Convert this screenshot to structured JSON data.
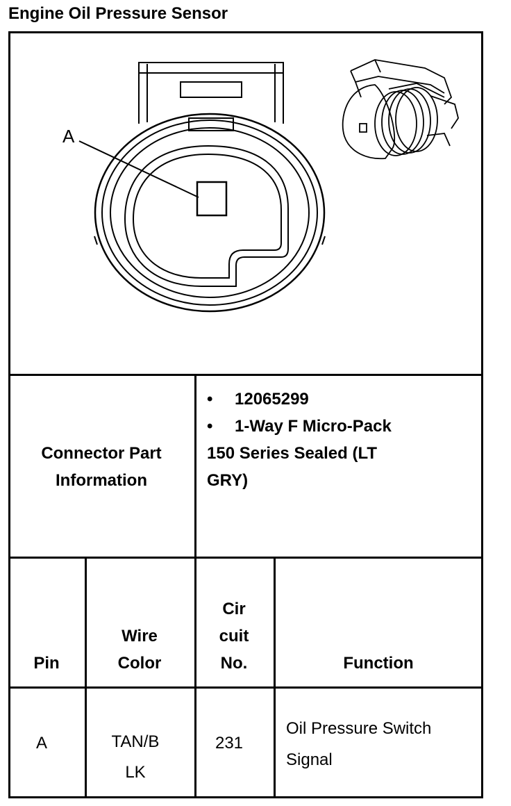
{
  "page": {
    "title": "Engine Oil Pressure Sensor"
  },
  "diagram": {
    "callout_label": "A"
  },
  "connector_info": {
    "label_line1": "Connector Part",
    "label_line2": "Information",
    "bullet_char": "•",
    "part_number": "12065299",
    "description_line1": "1-Way F Micro-Pack",
    "description_line2": "150 Series Sealed (LT",
    "description_line3": "GRY)"
  },
  "pin_table": {
    "headers": {
      "pin": "Pin",
      "wire_color_line1": "Wire",
      "wire_color_line2": "Color",
      "circuit_line1": "Cir",
      "circuit_line2": "cuit",
      "circuit_line3": "No.",
      "function": "Function"
    },
    "rows": [
      {
        "pin": "A",
        "wire_color_line1": "TAN/B",
        "wire_color_line2": "LK",
        "circuit": "231",
        "function_line1": "Oil Pressure Switch",
        "function_line2": "Signal"
      }
    ]
  }
}
